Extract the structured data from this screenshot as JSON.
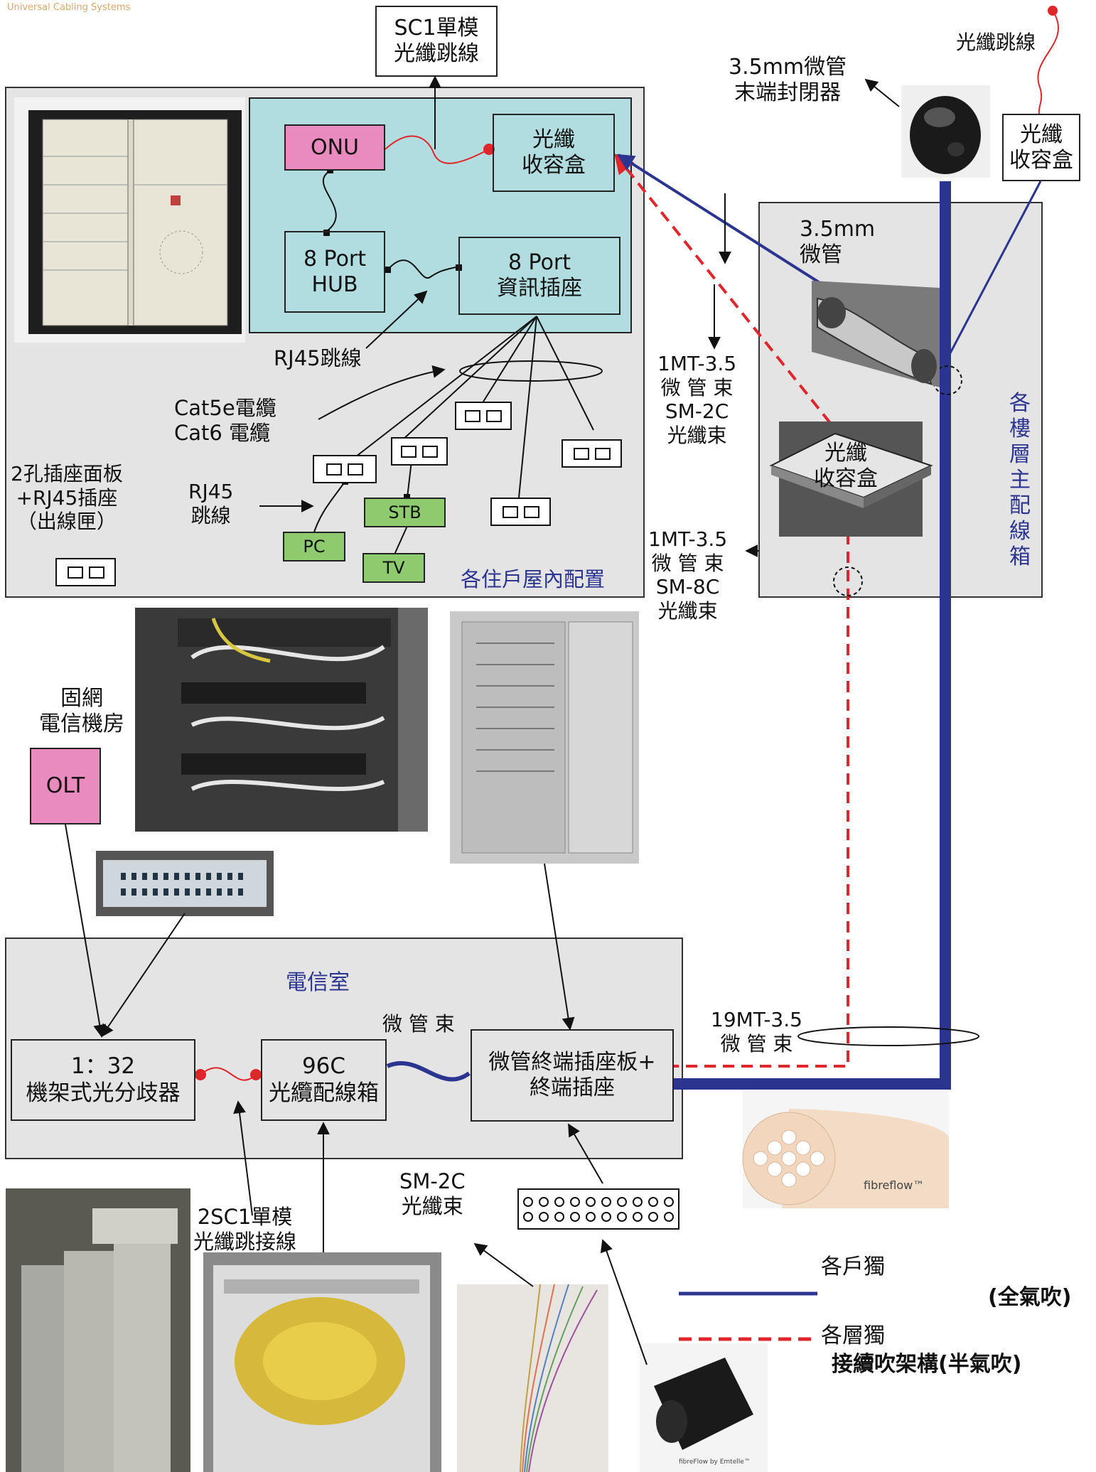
{
  "header": {
    "brand": "Universal Cabling Systems"
  },
  "labels": {
    "sc1_patch": "SC1單模\n光纖跳線",
    "microduct_end_cap": "3.5mm微管\n末端封閉器",
    "fiber_jumper": "光纖跳線",
    "fiber_box_top": "光纖\n收容盒",
    "microduct_35": "3.5mm\n微管",
    "bundle_1mt_2c": "1MT-3.5\n微 管 束\nSM-2C\n光纖束",
    "fiber_box_floor": "光纖\n收容盒",
    "bundle_1mt_8c": "1MT-3.5\n微 管 束\nSM-8C\n光纖束",
    "floor_main_box": "各\n樓\n層\n主\n配\n線\n箱",
    "onu": "ONU",
    "fiber_box_home": "光纖\n收容盒",
    "hub": "8 Port\nHUB",
    "info_outlet": "8 Port\n資訊插座",
    "rj45_patch": "RJ45跳線",
    "cat_cables": "Cat5e電纜\nCat6  電纜",
    "outlet_panel": "2孔插座面板\n+RJ45插座\n（出線匣）",
    "rj45_jumper": "RJ45\n跳線",
    "stb": "STB",
    "pc": "PC",
    "tv": "TV",
    "home_config": "各住戶屋內配置",
    "telecom_office": "固網\n電信機房",
    "olt": "OLT",
    "telecom_room": "電信室",
    "microduct_bundle": "微 管 束",
    "splitter": "1：32\n機架式光分歧器",
    "odf_96c": "96C\n光纜配線箱",
    "termination_panel": "微管終端插座板+\n終端插座",
    "bundle_19mt": "19MT-3.5\n微 管 束",
    "sm2c_bundle": "SM-2C\n光纖束",
    "sc1_2_jumper": "2SC1單模\n光纖跳接線",
    "fibreflow_brand": "fibreflow™",
    "connector_brand": "fibreFlow by Emtelle™"
  },
  "legend": {
    "solid_label": "各戶獨",
    "solid_note": "(全氣吹)",
    "dashed_label": "各層獨",
    "dashed_note": "接續吹架構(半氣吹)"
  },
  "colors": {
    "blue": "#2b3590",
    "red": "#e0262a",
    "cyan_panel": "#b2dde0",
    "pink": "#e98bbf",
    "green": "#8ecb6e",
    "gray_panel": "#e4e4e4"
  }
}
